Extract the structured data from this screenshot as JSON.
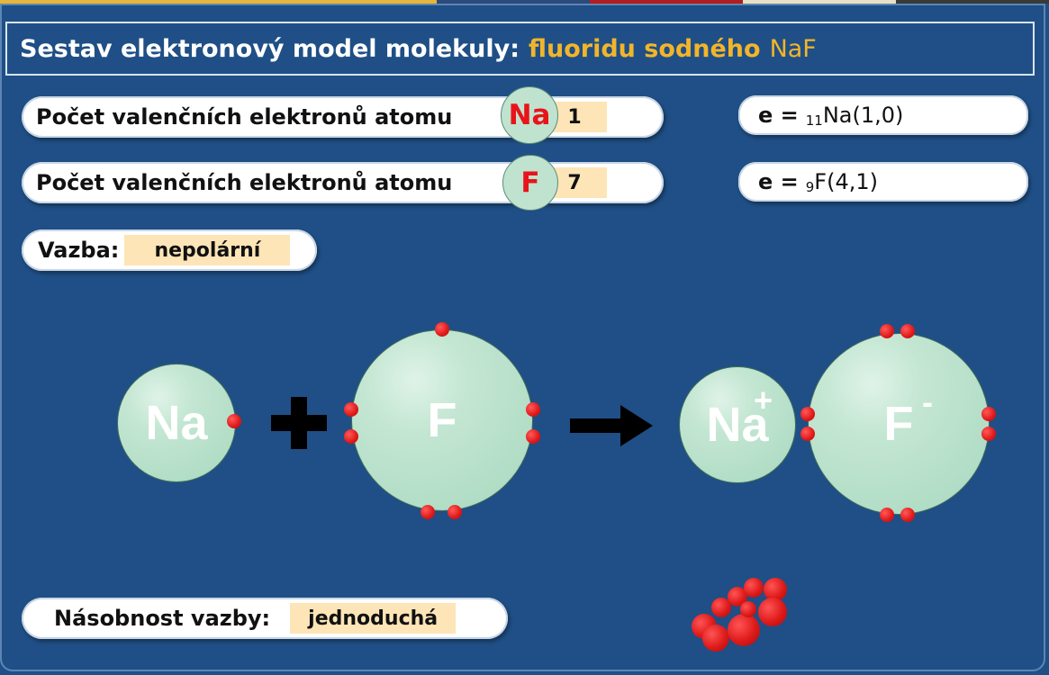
{
  "header": {
    "title_prefix": "Sestav elektronový model molekuly:",
    "title_compound": "fluoridu sodného",
    "title_formula": "NaF"
  },
  "rows": [
    {
      "label": "Počet valenčních elektronů atomu",
      "element": "Na",
      "colon": ":",
      "value": "1"
    },
    {
      "label": "Počet valenčních elektronů atomu",
      "element": "F",
      "colon": ":",
      "value": "7"
    }
  ],
  "formulas": [
    {
      "eq": "e =",
      "sub": "11",
      "text": "Na(1,0)"
    },
    {
      "eq": "e =",
      "sub": "9",
      "text": "F(4,1)"
    }
  ],
  "bond": {
    "label": "Vazba:",
    "value": "nepolární"
  },
  "multiplicity": {
    "label": "Násobnost vazby:",
    "value": "jednoduchá"
  },
  "reaction": {
    "reactant1": "Na",
    "reactant2": "F",
    "plus_icon": "plus-icon",
    "arrow_icon": "arrow-right-icon",
    "product1": "Na",
    "product1_charge": "+",
    "product2": "F",
    "product2_charge": "-"
  },
  "colors": {
    "background": "#1f4f86",
    "accent": "#f2b52a",
    "element_text": "#e8141a",
    "value_box": "#fde5b7",
    "electron": "#e01818",
    "atom": "#bfe3cf"
  }
}
